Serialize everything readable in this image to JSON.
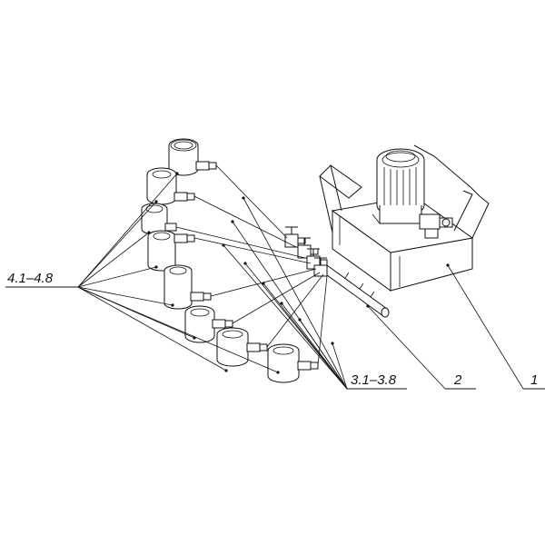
{
  "labels": {
    "cylinders": "4.1–4.8",
    "hoses": "3.1–3.8",
    "manifold": "2",
    "pump_station": "1"
  }
}
